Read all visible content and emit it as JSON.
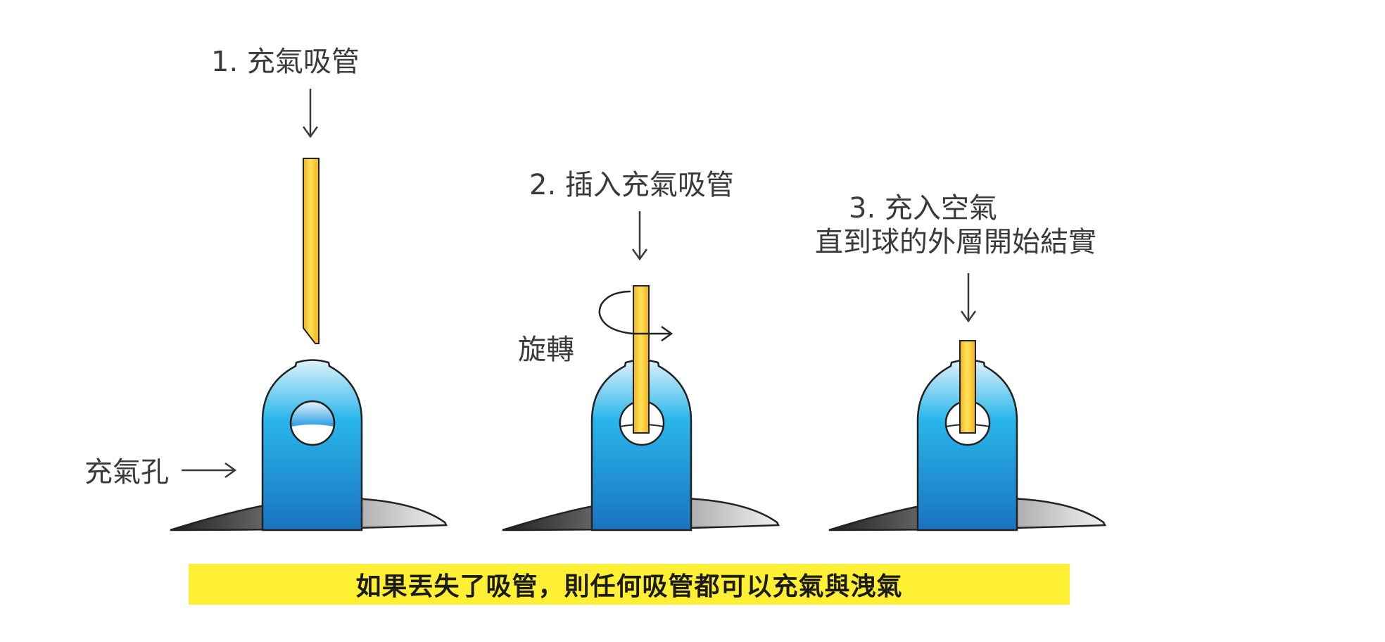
{
  "steps": [
    {
      "caption": "1. 充氣吸管"
    },
    {
      "caption": "2. 插入充氣吸管"
    },
    {
      "caption_line1": "3. 充入空氣",
      "caption_line2": "直到球的外層開始結實"
    }
  ],
  "labels": {
    "valve_hole": "充氣孔",
    "rotate": "旋轉"
  },
  "note": "如果丟失了吸管，則任何吸管都可以充氣與洩氣",
  "colors": {
    "valve_blue_top": "#dff2fb",
    "valve_blue_mid": "#29b6ea",
    "valve_blue_bottom": "#1a73c0",
    "straw_yellow": "#f6c21f",
    "straw_yellow_light": "#ffe35a",
    "note_background": "#fff034",
    "ball_gray_dark": "#3b3b3b",
    "ball_gray_light": "#ececec"
  },
  "icons": [
    "down-arrow-icon",
    "right-arrow-icon",
    "rotate-arrow-icon"
  ]
}
